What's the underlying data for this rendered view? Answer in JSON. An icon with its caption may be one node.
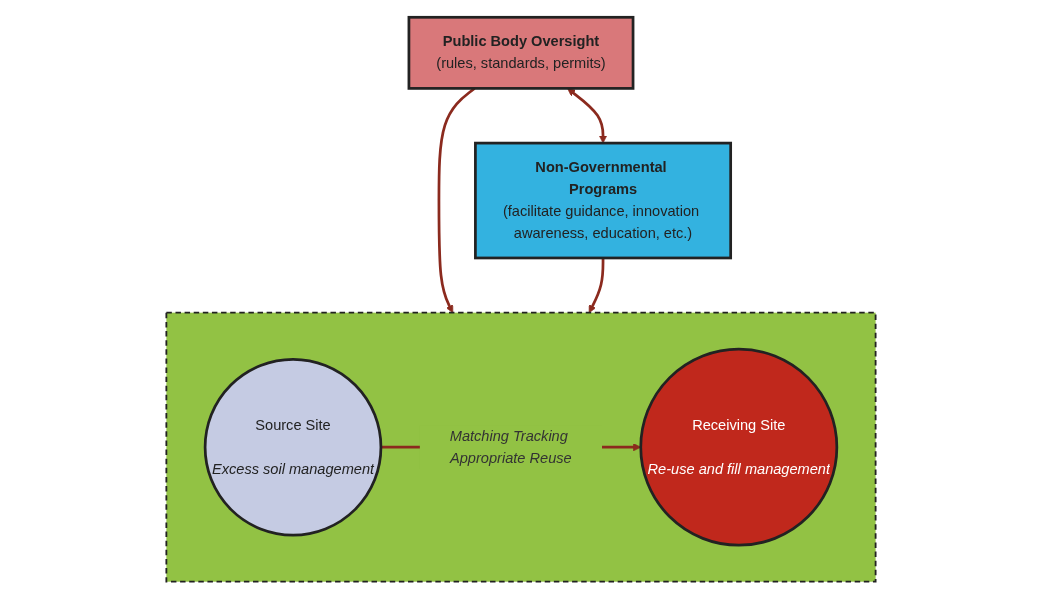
{
  "diagram": {
    "nodes": [
      {
        "text": [
          "Public Body Oversight",
          "(rules, standards, permits)"
        ]
      },
      {
        "text": [
          "Non-Governmental Programs",
          "(facilitate guidance, innovation awareness, education, etc.)"
        ]
      },
      {
        "text": [],
        "shape": "box"
      },
      {
        "text": [
          "Source Site",
          "Excess soil management"
        ],
        "in": 2
      },
      {
        "text": [
          "Receiving Site",
          "Re-use and fill management"
        ],
        "in": 2
      }
    ],
    "edges": [
      {
        "from": 0,
        "to": 1,
        "arrow": "both"
      },
      {
        "from": 0,
        "to": 2,
        "arrow": "to"
      },
      {
        "from": 1,
        "to": 2,
        "arrow": "to"
      },
      {
        "from": 3,
        "to": 4,
        "arrow": "to",
        "label": "Matching Tracking Appropriate Reuse"
      }
    ]
  }
}
